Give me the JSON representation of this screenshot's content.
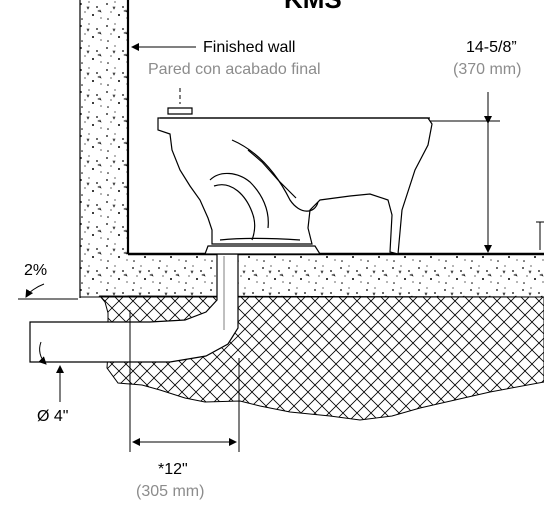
{
  "header": {
    "title_fragment": "KMS"
  },
  "labels": {
    "finished_wall_en": "Finished wall",
    "finished_wall_es": "Pared con acabado final",
    "height_in": "14-5/8”",
    "height_mm": "(370 mm)",
    "slope": "2%",
    "pipe_diameter": "Ø 4\"",
    "rough_in_in": "*12\"",
    "rough_in_mm": "(305 mm)"
  },
  "colors": {
    "line": "#000000",
    "secondary_text": "#8c8c8c",
    "background": "#ffffff"
  }
}
